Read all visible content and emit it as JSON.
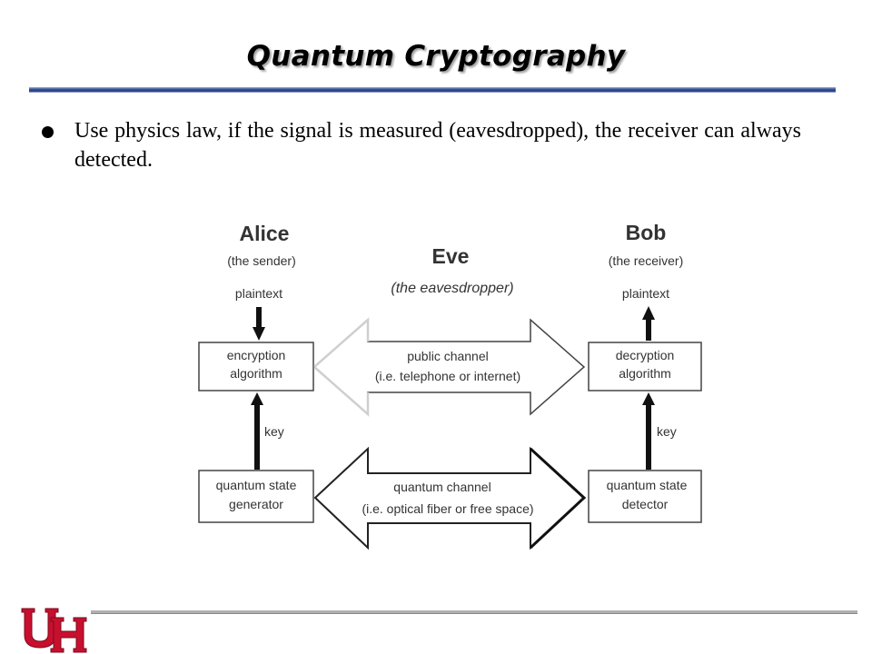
{
  "slide": {
    "title": "Quantum Cryptography",
    "bullet": "Use physics law, if the signal is measured (eavesdropped), the receiver can always detected."
  },
  "diagram": {
    "alice": {
      "name": "Alice",
      "role": "(the sender)",
      "plaintext": "plaintext",
      "encryption_line1": "encryption",
      "encryption_line2": "algorithm",
      "key": "key",
      "generator_line1": "quantum state",
      "generator_line2": "generator"
    },
    "bob": {
      "name": "Bob",
      "role": "(the receiver)",
      "plaintext": "plaintext",
      "decryption_line1": "decryption",
      "decryption_line2": "algorithm",
      "key": "key",
      "detector_line1": "quantum state",
      "detector_line2": "detector"
    },
    "eve": {
      "name": "Eve",
      "role": "(the eavesdropper)"
    },
    "public_channel": {
      "line1": "public channel",
      "line2": "(i.e. telephone or internet)"
    },
    "quantum_channel": {
      "line1": "quantum channel",
      "line2": "(i.e. optical fiber or free space)"
    }
  },
  "colors": {
    "logo_red": "#c8102e",
    "rule_blue": "#1f3577"
  },
  "footer": {
    "logo_icon": "uh-interlocking-logo"
  }
}
